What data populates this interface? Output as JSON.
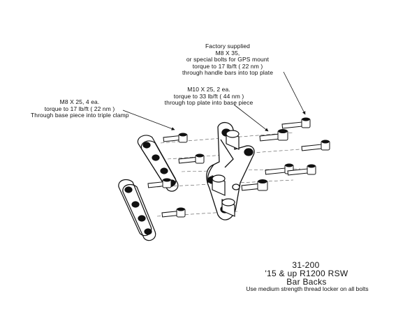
{
  "callouts": {
    "mount_bolts": [
      "Factory supplied",
      "M8 X 35,",
      "or special bolts for GPS mount",
      "torque to 17 lb/ft ( 22 nm )",
      "through handle bars into top plate"
    ],
    "m10_bolts": [
      "M10 X 25, 2 ea.",
      "torque to 33 lb/ft ( 44 nm )",
      "through top plate into base piece"
    ],
    "m8_base_bolts": [
      "M8 X 25, 4 ea.",
      "torque to 17 lb/ft ( 22 nm )",
      "Through base piece into triple clamp"
    ]
  },
  "title_block": {
    "part_number": "31-200",
    "product_name": "'15 & up R1200 RSW",
    "product_sub": "Bar Backs",
    "note": "Use medium strength thread locker on all bolts"
  }
}
